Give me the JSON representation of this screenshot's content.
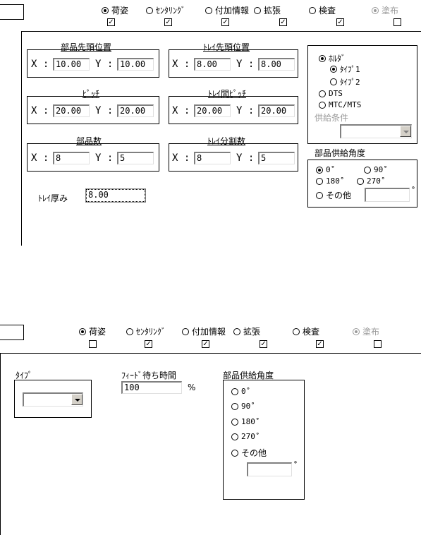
{
  "panel1": {
    "tabs": [
      {
        "label": "荷姿",
        "selected": true,
        "enabled": true
      },
      {
        "label": "ｾﾝﾀﾘﾝｸﾞ",
        "selected": false,
        "enabled": true
      },
      {
        "label": "付加情報",
        "selected": false,
        "enabled": true
      },
      {
        "label": "拡張",
        "selected": false,
        "enabled": true
      },
      {
        "label": "検査",
        "selected": false,
        "enabled": true
      },
      {
        "label": "塗布",
        "selected": false,
        "enabled": false
      }
    ],
    "checks": [
      true,
      true,
      true,
      true,
      true,
      false
    ],
    "groups": {
      "part_head_pos": {
        "title": "部品先頭位置",
        "x_label": "X :",
        "x": "10.00",
        "y_label": "Y :",
        "y": "10.00"
      },
      "tray_head_pos": {
        "title": "ﾄﾚｲ先頭位置",
        "x_label": "X :",
        "x": "8.00",
        "y_label": "Y :",
        "y": "8.00"
      },
      "pitch": {
        "title": "ﾋﾟｯﾁ",
        "x_label": "X :",
        "x": "20.00",
        "y_label": "Y :",
        "y": "20.00"
      },
      "tray_pitch": {
        "title": "ﾄﾚｲ間ﾋﾟｯﾁ",
        "x_label": "X :",
        "x": "20.00",
        "y_label": "Y :",
        "y": "20.00"
      },
      "part_count": {
        "title": "部品数",
        "x_label": "X :",
        "x": "8",
        "y_label": "Y :",
        "y": "5"
      },
      "tray_div": {
        "title": "ﾄﾚｲ分割数",
        "x_label": "X :",
        "x": "8",
        "y_label": "Y :",
        "y": "5"
      }
    },
    "tray_thickness_label": "ﾄﾚｲ厚み",
    "tray_thickness_value": "8.00",
    "holder": {
      "holder_label": "ﾎﾙﾀﾞ",
      "type1": "ﾀｲﾌﾟ1",
      "type2": "ﾀｲﾌﾟ2",
      "dts": "DTS",
      "mtc": "MTC/MTS",
      "supply_cond": "供給条件"
    },
    "angle": {
      "title": "部品供給角度",
      "a0": "0˚",
      "a90": "90˚",
      "a180": "180˚",
      "a270": "270˚",
      "other": "その他",
      "deg": "˚"
    }
  },
  "panel2": {
    "tabs": [
      {
        "label": "荷姿",
        "selected": true,
        "enabled": true
      },
      {
        "label": "ｾﾝﾀﾘﾝｸﾞ",
        "selected": false,
        "enabled": true
      },
      {
        "label": "付加情報",
        "selected": false,
        "enabled": true
      },
      {
        "label": "拡張",
        "selected": false,
        "enabled": true
      },
      {
        "label": "検査",
        "selected": false,
        "enabled": true
      },
      {
        "label": "塗布",
        "selected": false,
        "enabled": false
      }
    ],
    "checks": [
      false,
      true,
      true,
      true,
      true,
      false
    ],
    "type_label": "ﾀｲﾌﾟ",
    "feed_wait_label": "ﾌｨｰﾄﾞ待ち時間",
    "feed_wait_value": "100",
    "feed_wait_unit": "%",
    "angle": {
      "title": "部品供給角度",
      "a0": "0˚",
      "a90": "90˚",
      "a180": "180˚",
      "a270": "270˚",
      "other": "その他",
      "deg": "˚"
    }
  }
}
